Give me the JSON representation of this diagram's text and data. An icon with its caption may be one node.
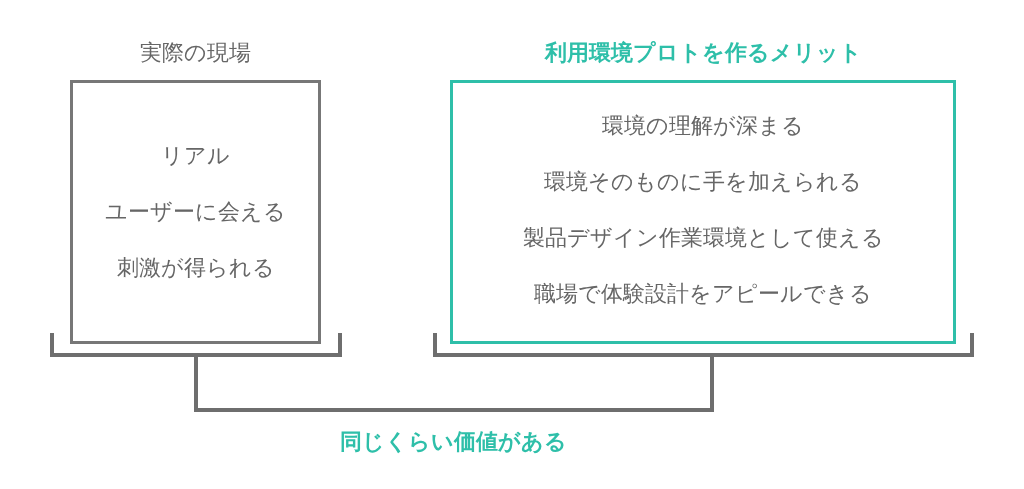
{
  "diagram": {
    "nodes": [
      {
        "text": [
          "実際の現場",
          "リアル",
          "ユーザーに会える",
          "刺激が得られる"
        ]
      },
      {
        "text": [
          "利用環境プロトを作るメリット",
          "環境の理解が深まる",
          "環境そのものに手を加えられる",
          "製品デザイン作業環境として使える",
          "職場で体験設計をアピールできる"
        ]
      }
    ],
    "labels": [
      "同じくらい価値がある"
    ]
  }
}
